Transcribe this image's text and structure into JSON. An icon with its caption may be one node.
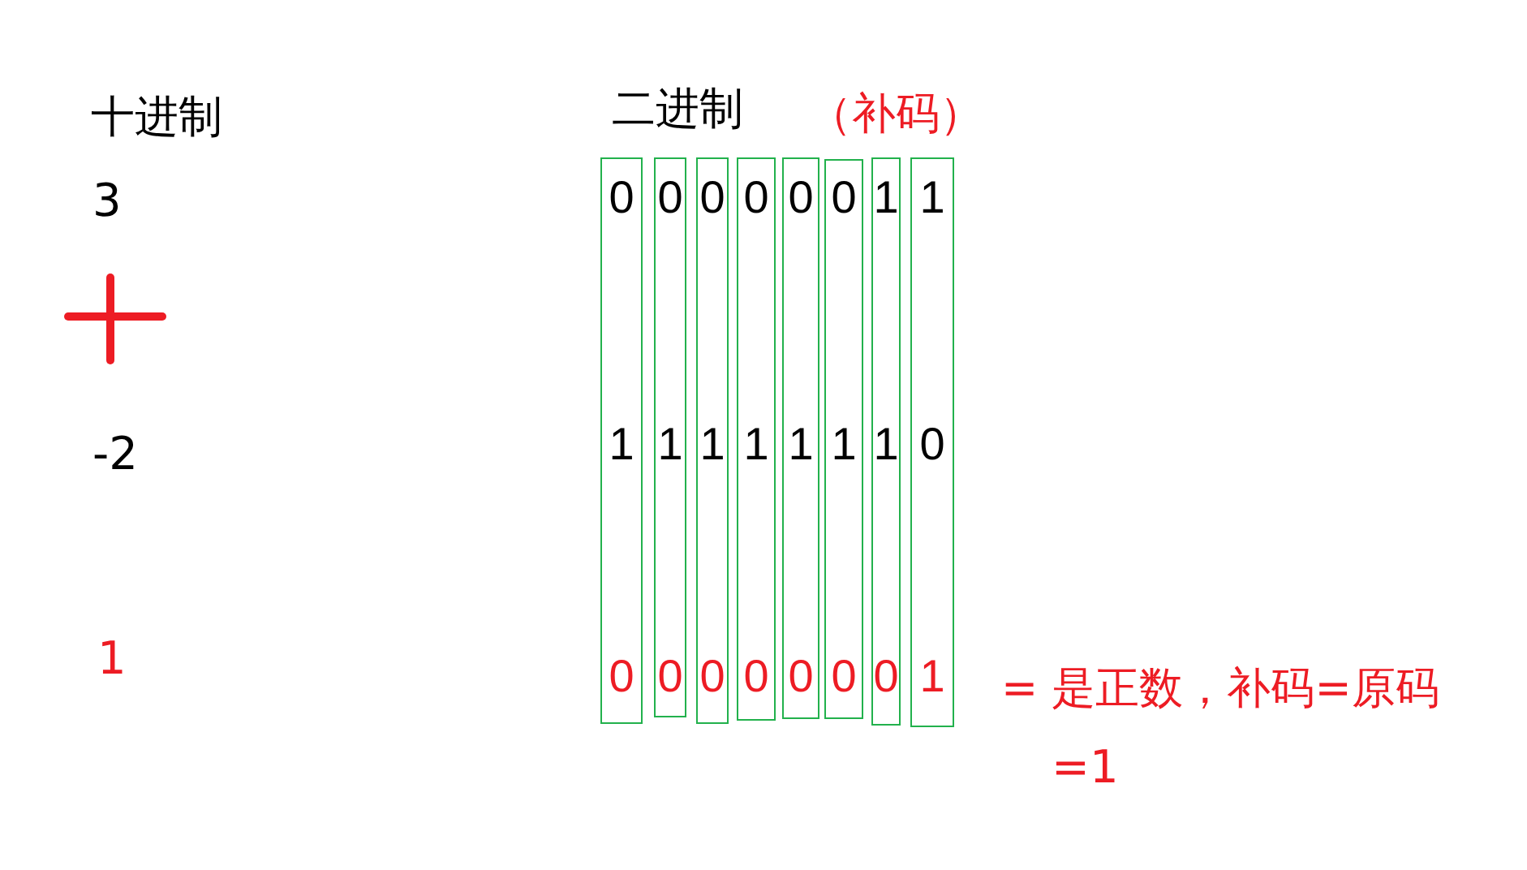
{
  "diagram": {
    "nodes": [
      {
        "text": [
          "0",
          "1",
          "0"
        ]
      },
      {
        "text": [
          "0",
          "1",
          "0"
        ]
      },
      {
        "text": [
          "0",
          "1",
          "0"
        ]
      },
      {
        "text": [
          "0",
          "1",
          "0"
        ]
      },
      {
        "text": [
          "0",
          "1",
          "0"
        ]
      },
      {
        "text": [
          "0",
          "1",
          "0"
        ]
      },
      {
        "text": [
          "1",
          "1",
          "0"
        ]
      },
      {
        "text": [
          "1",
          "0",
          "1"
        ]
      }
    ],
    "edges": [],
    "labels": [
      "十进制",
      "3",
      "-2",
      "1",
      "二进制",
      "（补码）",
      "= 是正数，补码=原码",
      "=1"
    ]
  }
}
